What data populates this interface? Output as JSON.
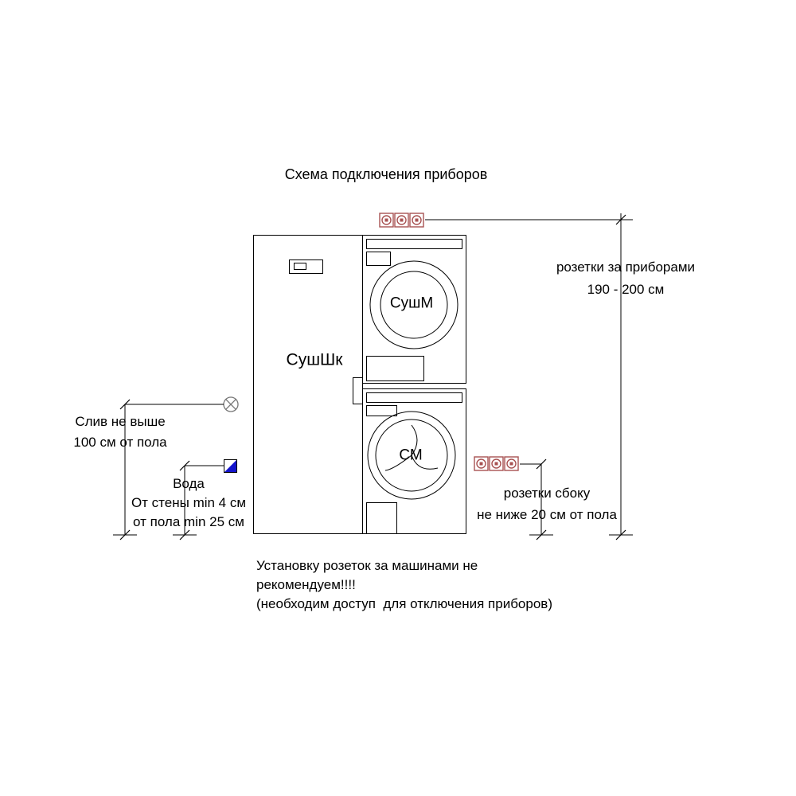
{
  "title": "Схема подключения приборов",
  "appliances": {
    "cabinet_label": "СушШк",
    "dryer_label": "СушМ",
    "washer_label": "СМ"
  },
  "dimensions": {
    "sockets_behind_line1": "розетки за приборами",
    "sockets_behind_line2": "190 - 200 см",
    "drain_line1": "Слив не выше",
    "drain_line2": "100 см от пола",
    "water_label": "Вода",
    "water_wall": "От стены min 4 см",
    "water_floor": "от пола min 25 см",
    "sockets_side_line1": "розетки сбоку",
    "sockets_side_line2": "не ниже 20 см от пола"
  },
  "note": {
    "line1": "Установку розеток за машинами не",
    "line2": "рекомендуем!!!!",
    "line3": "(необходим доступ  для отключения приборов)"
  },
  "icons": {
    "socket_icon": "square-with-circle-outlet",
    "drain_icon": "circle-with-cross",
    "water_icon": "square-with-blue-triangle"
  },
  "colors": {
    "socket": "#a85252",
    "water_blue": "#1313cc",
    "drain": "#777777",
    "line": "#000000"
  }
}
